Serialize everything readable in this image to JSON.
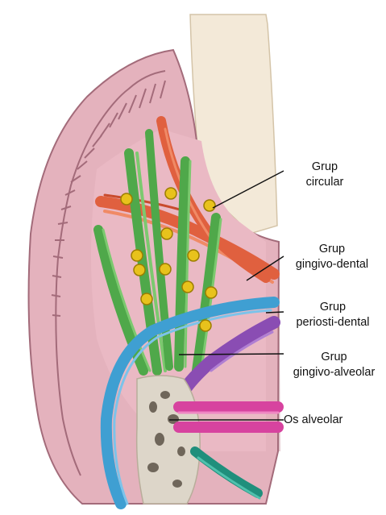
{
  "labels": {
    "circular": {
      "line1": "Grup",
      "line2": "circular"
    },
    "gingivo_dental": {
      "line1": "Grup",
      "line2": "gingivo-dental"
    },
    "periosti_dental": {
      "line1": "Grup",
      "line2": "periosti-dental"
    },
    "gingivo_alveolar": {
      "line1": "Grup",
      "line2": "gingivo-alveolar"
    },
    "os_alveolar": {
      "line1": "Os alveolar"
    }
  },
  "colors": {
    "gingiva": "#e4b2bd",
    "gingiva_edge": "#a36b7a",
    "tooth": "#f3e9d8",
    "circular_fibers": "#e0603f",
    "dental_fibers": "#4fa84a",
    "periosteal_fibers": "#3f9fd2",
    "alveolar_fibers": "#8a4db3",
    "bone_fibers": "#d7439f",
    "teal_fibers": "#1f8f7c",
    "cells": "#e8c21c",
    "bone": "#ddd6c9"
  }
}
